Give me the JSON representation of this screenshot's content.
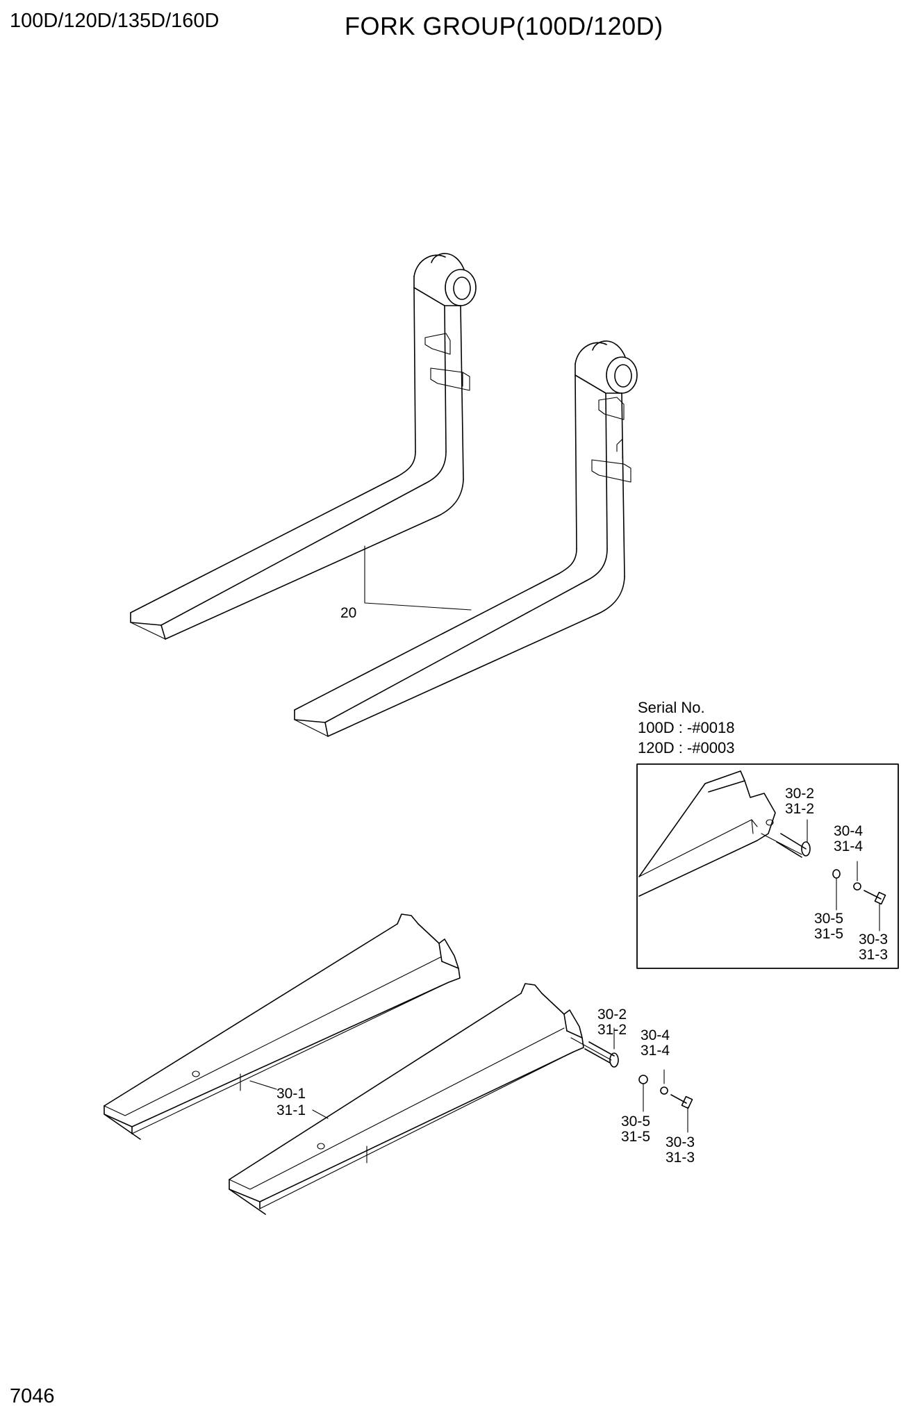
{
  "header": {
    "model_codes": "100D/120D/135D/160D",
    "title": "FORK GROUP(100D/120D)"
  },
  "footer": {
    "page_number": "7046"
  },
  "inset": {
    "serial_label": "Serial No.",
    "serial_100d": "100D : -#0018",
    "serial_120d": "120D : -#0003"
  },
  "callouts": {
    "fork_assembly": "20",
    "fork_30_1": "30-1",
    "fork_31_1": "31-1",
    "pin_30_2": "30-2",
    "pin_31_2": "31-2",
    "washer_30_4": "30-4",
    "washer_31_4": "31-4",
    "washer_30_5": "30-5",
    "washer_31_5": "31-5",
    "bolt_30_3": "30-3",
    "bolt_31_3": "31-3",
    "inset_pin_30_2": "30-2",
    "inset_pin_31_2": "31-2",
    "inset_washer_30_4": "30-4",
    "inset_washer_31_4": "31-4",
    "inset_washer_30_5": "30-5",
    "inset_washer_31_5": "31-5",
    "inset_bolt_30_3": "30-3",
    "inset_bolt_31_3": "31-3"
  }
}
